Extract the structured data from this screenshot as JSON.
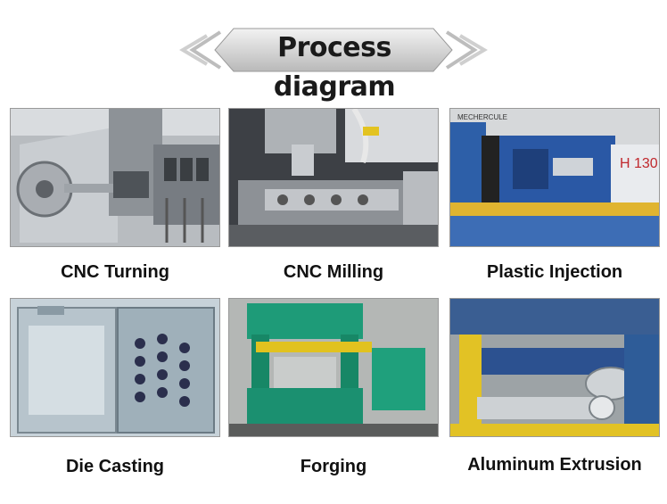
{
  "banner": {
    "title": "Process diagram"
  },
  "processes": [
    {
      "label": "CNC Turning"
    },
    {
      "label": "CNC Milling"
    },
    {
      "label": "Plastic Injection",
      "photo_text": "H 130",
      "photo_text_small": "MECHERCULE"
    },
    {
      "label": "Die Casting"
    },
    {
      "label": "Forging"
    },
    {
      "label": "Aluminum Extrusion"
    }
  ]
}
